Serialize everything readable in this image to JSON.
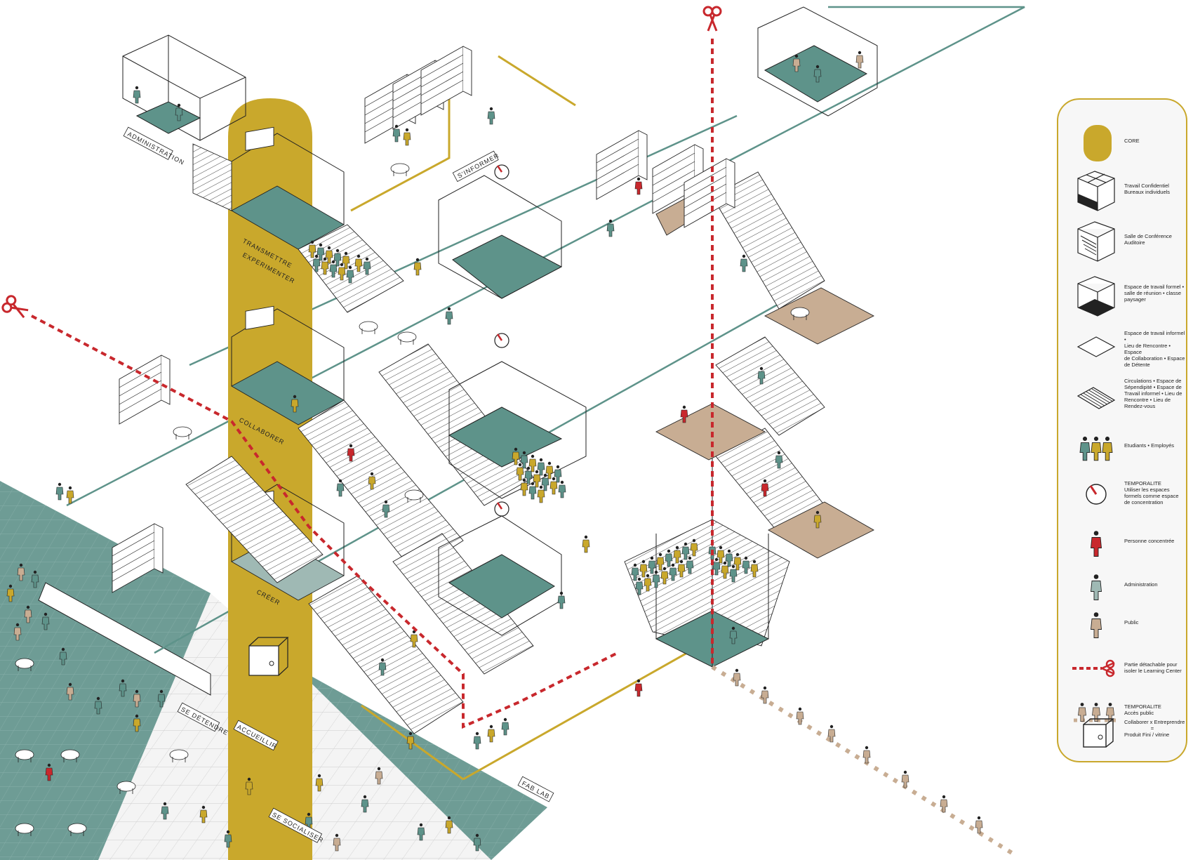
{
  "zones": {
    "administration": "ADMINISTRATION",
    "transmettre": "TRANSMETTRE",
    "experimenter": "EXPERIMENTER",
    "s_informer": "S'INFORMER",
    "collaborer": "COLLABORER",
    "creer": "CRÉER",
    "se_detendre": "SE DÉTENDRE",
    "accueillir": "ACCUEILLIR",
    "se_socialiser": "SE SOCIALISER",
    "fab_lab": "FAB LAB"
  },
  "legend": [
    {
      "icon": "core-swatch-icon",
      "lines": [
        "CORE"
      ]
    },
    {
      "icon": "confidential-work-icon",
      "lines": [
        "Travail Confidentiel",
        "Bureaux individuels"
      ]
    },
    {
      "icon": "auditorium-icon",
      "lines": [
        "Salle de Conférence",
        "Auditoire"
      ]
    },
    {
      "icon": "formal-work-icon",
      "lines": [
        "Espace de travail formel •",
        "salle de réunion • classe",
        "paysager"
      ]
    },
    {
      "icon": "informal-work-icon",
      "lines": [
        "Espace de travail informel •",
        "Lieu de Rencontre • Espace",
        "de Collaboration • Espace",
        "de Détente"
      ]
    },
    {
      "icon": "circulation-icon",
      "lines": [
        "Circulations • Espace de",
        "Sépendipité • Espace de",
        "Travail informel • Lieu de",
        "Rencontre • Lieu de",
        "Rendez-vous"
      ]
    },
    {
      "icon": "students-employees-icon",
      "lines": [
        "Etudiants • Employés"
      ]
    },
    {
      "icon": "temporality-clock-icon",
      "lines": [
        "TEMPORALITE",
        "Utiliser les espaces",
        "formels comme espace",
        "de concentration"
      ]
    },
    {
      "icon": "focused-person-icon",
      "lines": [
        "Personne concentrée"
      ]
    },
    {
      "icon": "administration-person-icon",
      "lines": [
        "Administration"
      ]
    },
    {
      "icon": "public-person-icon",
      "lines": [
        "Public"
      ]
    },
    {
      "icon": "detachable-scissors-icon",
      "lines": [
        "Partie détachable pour",
        "isoler le Learning Center"
      ]
    },
    {
      "icon": "public-access-icon",
      "lines": [
        "TEMPORALITE",
        "Accès public"
      ]
    },
    {
      "icon": "product-showcase-icon",
      "lines": [
        "Collaborer x Entreprendre",
        "=",
        "Produit Fini / vitrine"
      ]
    }
  ],
  "colors": {
    "core": "#c9a82c",
    "teal": "#5e938a",
    "ground": "#6e9c95",
    "sand": "#c8ad93",
    "red": "#c8282d",
    "line": "#222222",
    "light_teal": "#9fb9b4"
  }
}
